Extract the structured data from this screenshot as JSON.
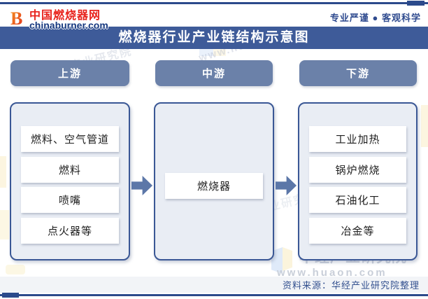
{
  "header": {
    "logo": {
      "site_name": "中国燃烧器网",
      "site_url": "chinaburner.com"
    },
    "slogan": "专业严谨 ● 客观科学",
    "title": "燃烧器行业产业链结构示意图"
  },
  "columns": [
    {
      "stage": "上游",
      "items": [
        "燃料、空气管道",
        "燃料",
        "喷嘴",
        "点火器等"
      ]
    },
    {
      "stage": "中游",
      "items": [
        "燃烧器"
      ]
    },
    {
      "stage": "下游",
      "items": [
        "工业加热",
        "锅炉燃烧",
        "石油化工",
        "冶金等"
      ]
    }
  ],
  "watermarks": {
    "org": "华经产业研究院",
    "url": "www.huaon.com"
  },
  "footer": {
    "source": "资料来源：华经产业研究院整理"
  },
  "colors": {
    "accent_line": "#2b4a8b",
    "title_bar": "#3e5b99",
    "stage_button": "#6b81a9",
    "container_bg": "#e9edf4",
    "container_border": "#3a5795",
    "arrow": "#5c77a8",
    "logo_red": "#e8231d",
    "logo_blue": "#16387f",
    "slogan_color": "#2f4b8f",
    "source_color": "#33508f"
  }
}
